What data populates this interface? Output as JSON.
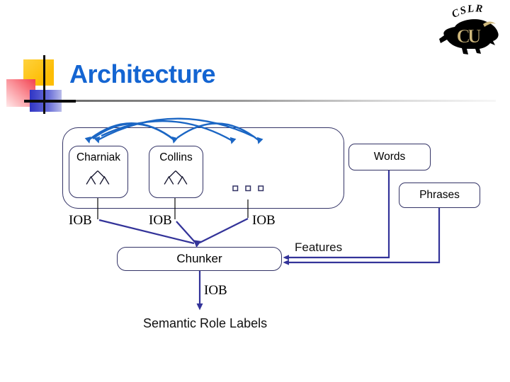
{
  "slide": {
    "title": "Architecture",
    "title_color": "#1465D2",
    "background": "#FFFFFF"
  },
  "logo": {
    "org": "CSLR",
    "monogram": "CU",
    "buffalo_color": "#000000",
    "gold_color": "#CFB87C"
  },
  "diagram": {
    "parsers": [
      {
        "label": "Charniak",
        "icon": "parse-tree-icon"
      },
      {
        "label": "Collins",
        "icon": "parse-tree-icon"
      }
    ],
    "more_parsers_icon": "three-small-squares",
    "words_label": "Words",
    "phrases_label": "Phrases",
    "chunker_label": "Chunker",
    "features_label": "Features",
    "iob_inputs": [
      "IOB",
      "IOB",
      "IOB"
    ],
    "chunker_output": "IOB",
    "output_label": "Semantic Role Labels",
    "colors": {
      "arc": "#1B66C4",
      "arrow": "#333399",
      "box_border": "#333366",
      "connector": "#1A1A1A"
    }
  }
}
